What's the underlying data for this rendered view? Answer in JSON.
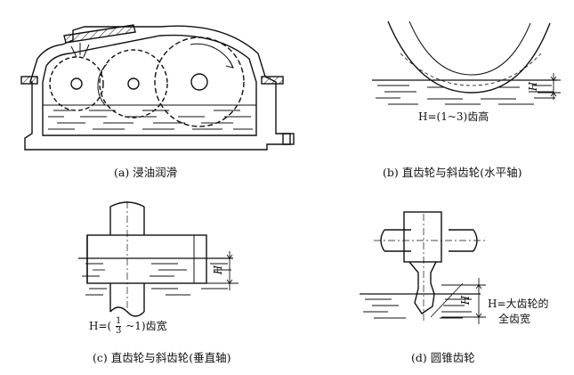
{
  "captions": {
    "a": "(a) 浸油润滑",
    "b": "(b) 直齿轮与斜齿轮(水平轴)",
    "c": "(c) 直齿轮与斜齿轮(垂直轴)",
    "d": "(d) 圆锥齿轮"
  },
  "labels": {
    "H": "H",
    "b_formula": "H=(1~3)齿高",
    "c_prefix": "H=(",
    "c_frac_num": "1",
    "c_frac_den": "3",
    "c_suffix": "~1)齿宽",
    "d_line1": "H=大齿轮的",
    "d_line2": "全齿宽"
  },
  "colors": {
    "ink": "#111111",
    "background": "#ffffff"
  }
}
